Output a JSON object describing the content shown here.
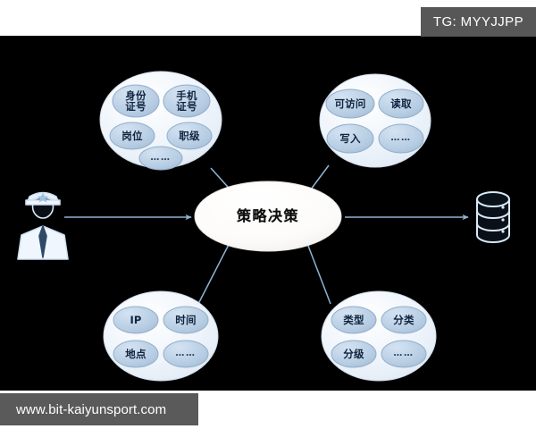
{
  "overlay": {
    "tg_badge": "TG: MYYJJPP",
    "watermark": "www.bit-kaiyunsport.com"
  },
  "diagram": {
    "title": "策略决策",
    "background_color": "#000000",
    "cluster_fill": "#eaf2fa",
    "pill_fill": "#b9cfe4",
    "center_fill": "#fbfaf8",
    "arrow_color": "#8fb4d4",
    "actor": {
      "name": "security-officer",
      "icon": "officer-person-icon"
    },
    "datastore": {
      "name": "database",
      "icon": "database-cylinder-icon"
    },
    "clusters": [
      {
        "id": "subject-attributes",
        "position": "top-left",
        "items": [
          {
            "label": "身份\n证号",
            "kind": "text"
          },
          {
            "label": "手机\n证号",
            "kind": "text"
          },
          {
            "label": "岗位",
            "kind": "text"
          },
          {
            "label": "职级",
            "kind": "text"
          },
          {
            "label": "……",
            "kind": "ellipsis"
          }
        ]
      },
      {
        "id": "action-attributes",
        "position": "top-right",
        "items": [
          {
            "label": "可访问",
            "kind": "text"
          },
          {
            "label": "读取",
            "kind": "text"
          },
          {
            "label": "写入",
            "kind": "text"
          },
          {
            "label": "……",
            "kind": "ellipsis"
          }
        ]
      },
      {
        "id": "environment-attributes",
        "position": "bottom-left",
        "items": [
          {
            "label": "IP",
            "kind": "text"
          },
          {
            "label": "时间",
            "kind": "text"
          },
          {
            "label": "地点",
            "kind": "text"
          },
          {
            "label": "……",
            "kind": "ellipsis"
          }
        ]
      },
      {
        "id": "object-attributes",
        "position": "bottom-right",
        "items": [
          {
            "label": "类型",
            "kind": "text"
          },
          {
            "label": "分类",
            "kind": "text"
          },
          {
            "label": "分级",
            "kind": "text"
          },
          {
            "label": "……",
            "kind": "ellipsis"
          }
        ]
      }
    ]
  }
}
